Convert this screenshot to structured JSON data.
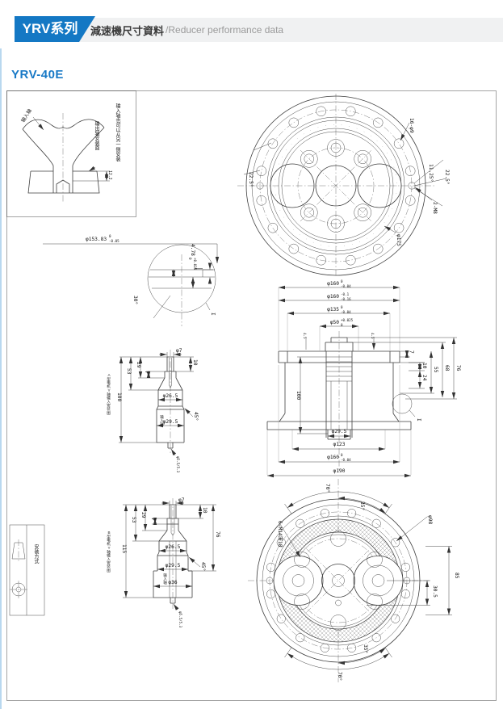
{
  "header": {
    "badge": "YRV系列",
    "title_zh": "減速機尺寸資料",
    "title_en": "/Reducer performance data"
  },
  "model": "YRV-40E",
  "pictorial": {
    "input_shaft": "输入轴",
    "mount_face": "输出轴安装面",
    "alt_install": "输入轴也可以从另一侧安装",
    "base_height": "12.2"
  },
  "front": {
    "holes": "16-φ9",
    "angle_left": "22.5°",
    "angle_mid": "11.25°",
    "angle_right": "22.5°",
    "tap": "2-M8",
    "dia": "φ175"
  },
  "detail": {
    "dia": {
      "m": "φ153.83",
      "u": "0",
      "l": "-0.05"
    },
    "depth": {
      "m": "4.78",
      "u": "+0.035",
      "l": "0"
    },
    "angle": "30°",
    "callout": "I"
  },
  "shaft_a": {
    "caption": "A型电机Y轴输入安装图",
    "dia_tip": "φ7",
    "len_7": "7",
    "len_29": "29",
    "len_53": "53",
    "len_100": "100",
    "len_10": "10",
    "dia_26_5": "φ26.5",
    "chamfer": "45°",
    "dia_29_5": "φ29.5",
    "input_shaft": "输入轴",
    "center_hole": "φ5.5/5.3"
  },
  "section": {
    "dia_160_top": {
      "m": "φ160",
      "u": "0",
      "l": "-0.04"
    },
    "dia_160_mid": {
      "m": "φ160",
      "u": "-0.1",
      "l": "-0.16"
    },
    "dia_135": {
      "m": "φ135",
      "u": "0",
      "l": "-0.04"
    },
    "dia_50": {
      "m": "φ50",
      "u": "+0.025",
      "l": "0"
    },
    "len_4_5_left": "4.5",
    "len_4_5_right": "4.5",
    "len_7": "7",
    "len_10": "10",
    "len_24": "24",
    "len_55": "55",
    "len_68": "68",
    "len_76": "76",
    "len_100": "100",
    "dia_29_5": "φ29.5",
    "dia_123": "φ123",
    "dia_160_bottom": {
      "m": "φ160",
      "u": "0",
      "l": "-0.04"
    },
    "dia_190": "φ190",
    "callout": "I"
  },
  "shaft_b": {
    "caption": "B型电机Y轴输入安装图",
    "dia_tip": "φ7",
    "len_7": "7",
    "len_29": "29",
    "len_53": "53",
    "len_115": "115",
    "len_10": "10",
    "len_76": "76",
    "dia_26_5": "φ26.5",
    "chamfer": "45°",
    "dia_29_5": "φ29.5",
    "dia_36": "φ36",
    "input_shaft": "输入轴",
    "center_hole": "φ5.5/5.3"
  },
  "rear": {
    "angle_top": "70°",
    "angle_top_half": "35°",
    "dia_98": "φ98",
    "tap": "6-M14深18",
    "len_85": "85",
    "len_30_5": "30.5",
    "angle_bottom_half": "35°",
    "angle_bottom": "70°"
  },
  "legend": {
    "label": "安装方式"
  }
}
